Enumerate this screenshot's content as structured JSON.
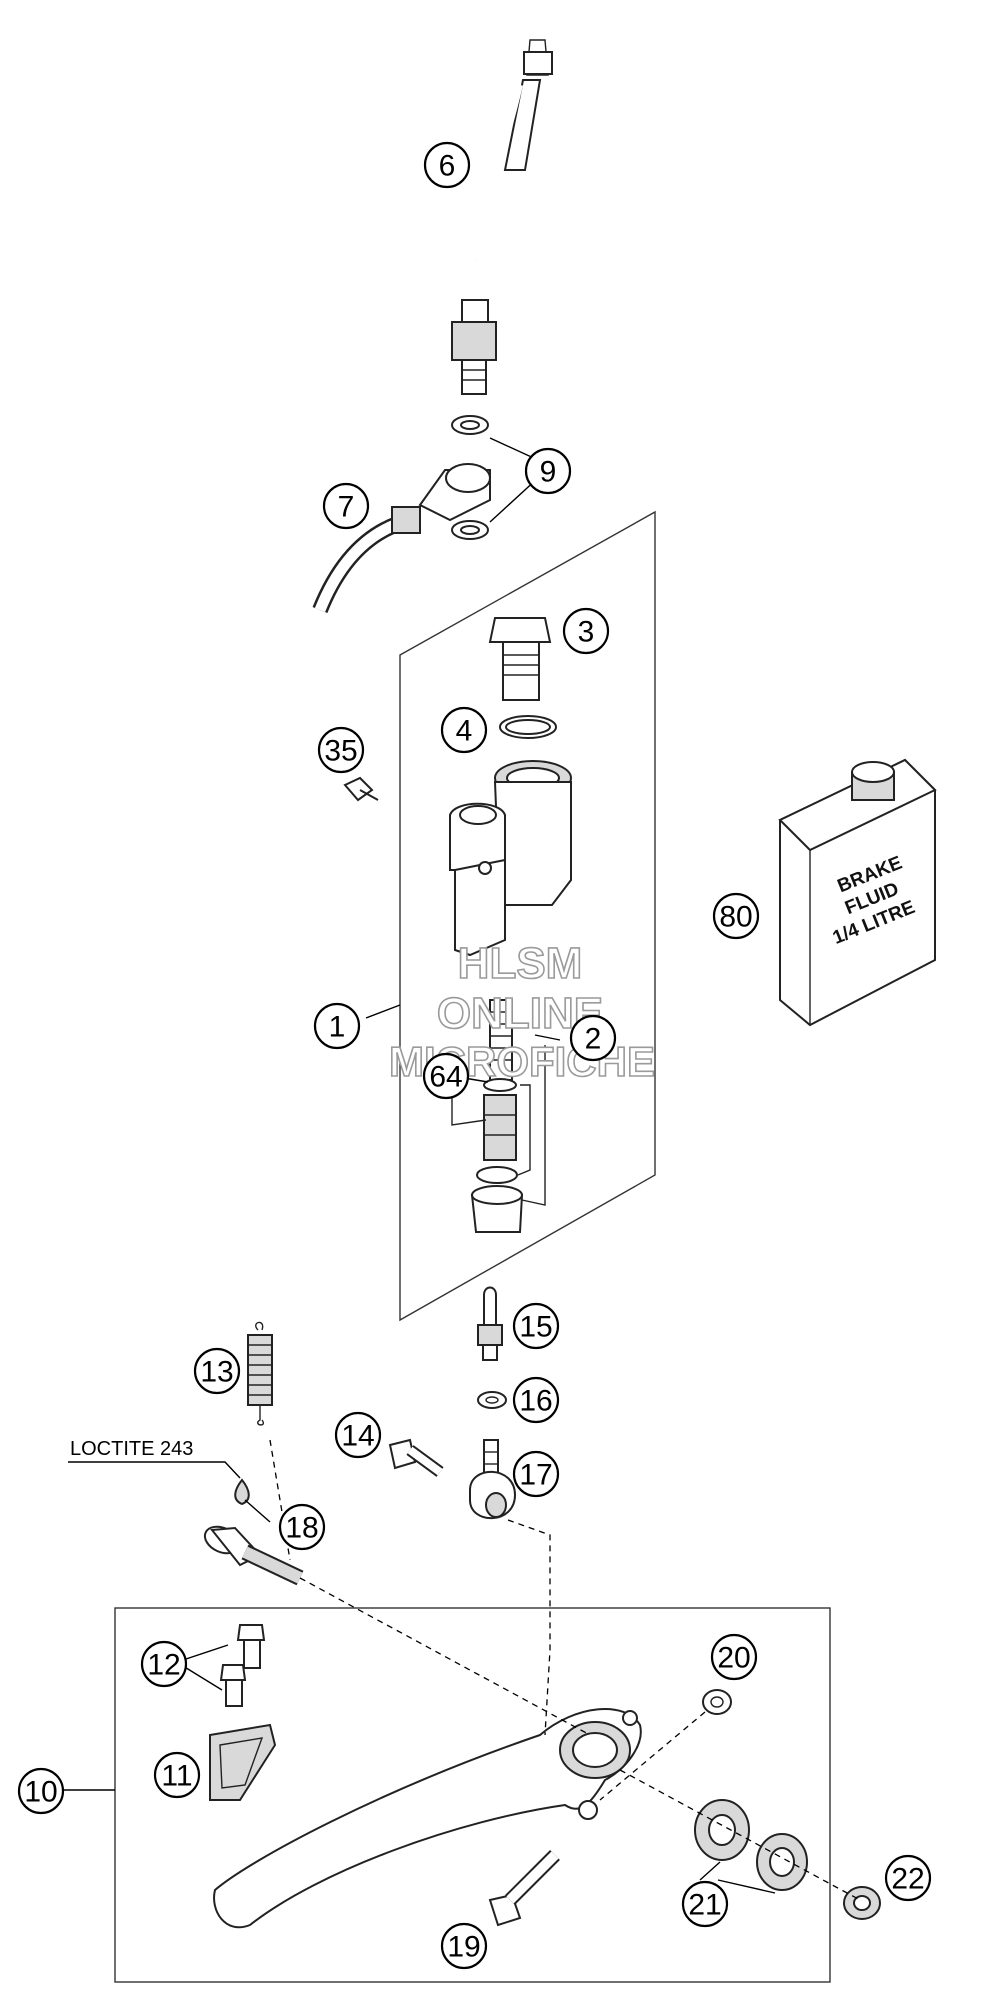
{
  "callouts": [
    {
      "id": "6",
      "label": "6"
    },
    {
      "id": "9",
      "label": "9"
    },
    {
      "id": "7",
      "label": "7"
    },
    {
      "id": "3",
      "label": "3"
    },
    {
      "id": "4",
      "label": "4"
    },
    {
      "id": "35",
      "label": "35"
    },
    {
      "id": "80",
      "label": "80"
    },
    {
      "id": "1",
      "label": "1"
    },
    {
      "id": "2",
      "label": "2"
    },
    {
      "id": "64",
      "label": "64"
    },
    {
      "id": "15",
      "label": "15"
    },
    {
      "id": "13",
      "label": "13"
    },
    {
      "id": "16",
      "label": "16"
    },
    {
      "id": "14",
      "label": "14"
    },
    {
      "id": "17",
      "label": "17"
    },
    {
      "id": "18",
      "label": "18"
    },
    {
      "id": "12",
      "label": "12"
    },
    {
      "id": "20",
      "label": "20"
    },
    {
      "id": "10",
      "label": "10"
    },
    {
      "id": "11",
      "label": "11"
    },
    {
      "id": "19",
      "label": "19"
    },
    {
      "id": "21",
      "label": "21"
    },
    {
      "id": "22",
      "label": "22"
    }
  ],
  "annotations": {
    "loctite": "LOCTITE 243"
  },
  "bottle": {
    "line1": "BRAKE",
    "line2": "FLUID",
    "line3": "1/4 LITRE"
  },
  "watermark": {
    "line1": "HLSM",
    "line2": "ONLINE",
    "line3": "MICROFICHE"
  }
}
